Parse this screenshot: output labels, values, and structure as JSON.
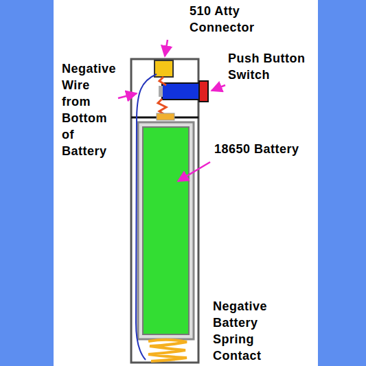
{
  "diagram": {
    "labels": [
      "510 Atty Connector",
      "Push Button Switch",
      "Negative Wire from Bottom of Battery",
      "18650 Battery",
      "Negative Battery Spring Contact"
    ]
  }
}
